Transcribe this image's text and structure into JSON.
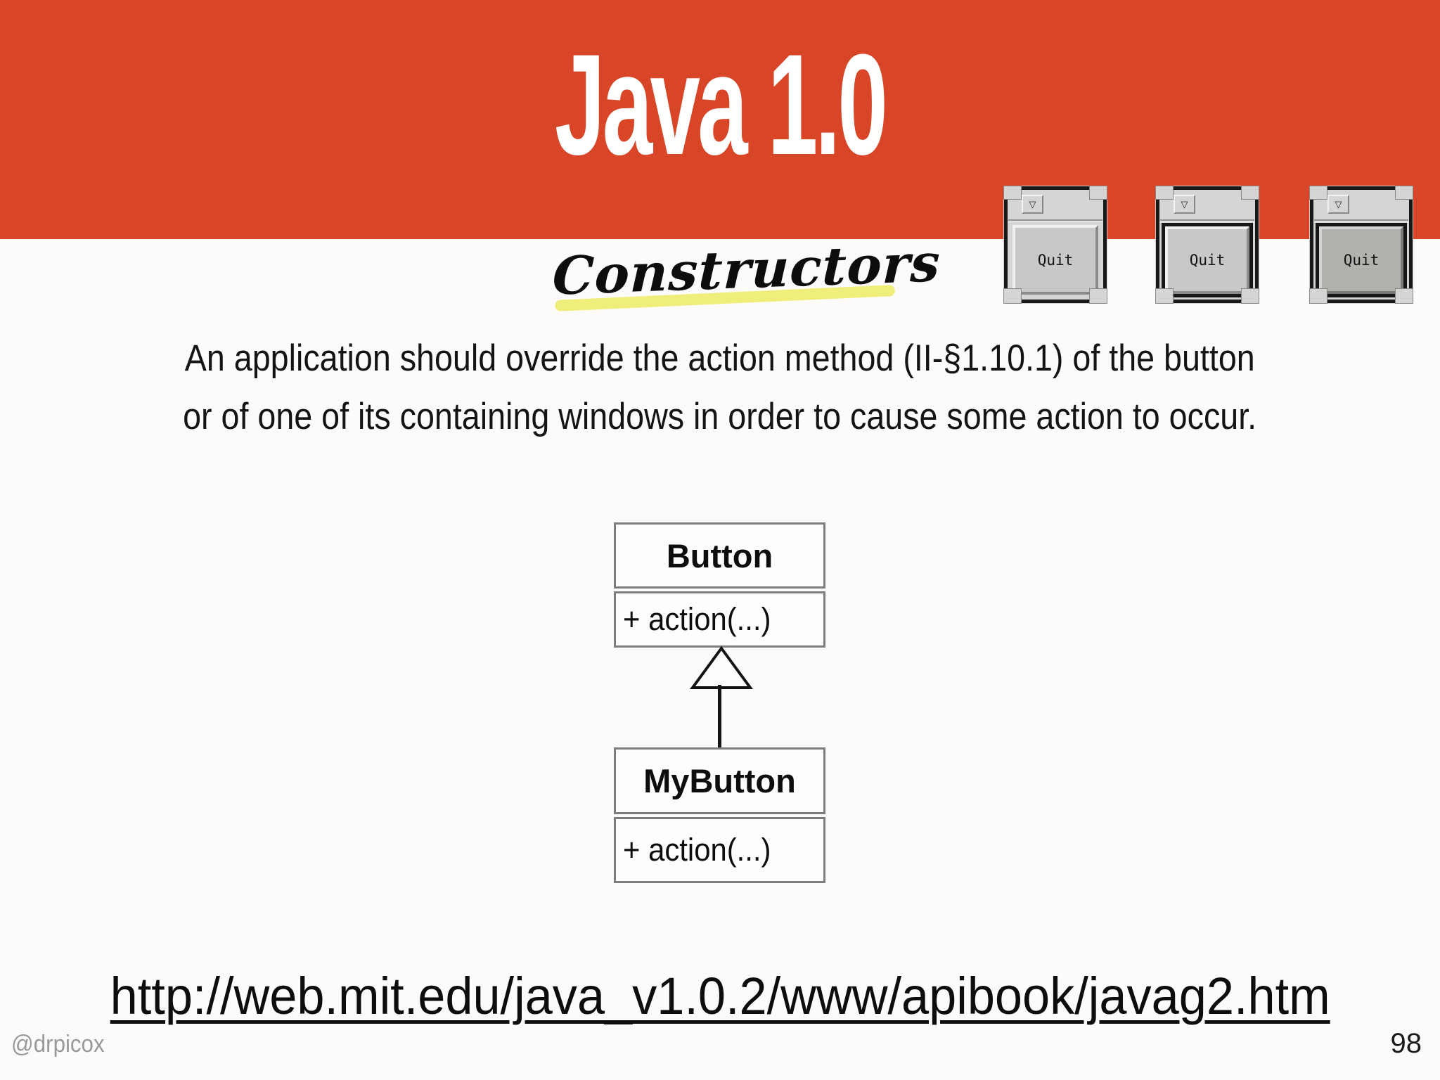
{
  "slide": {
    "title": "Java 1.0",
    "subtitle": "Constructors",
    "body_lines": [
      "An application should override the action method (II-§1.10.1) of the button",
      "or of one of its containing windows in order to cause some action to occur."
    ],
    "link_url": "http://web.mit.edu/java_v1.0.2/www/apibook/javag2.htm",
    "footer": {
      "handle": "@drpicox",
      "page_number": "98"
    }
  },
  "uml_diagram": {
    "type": "class-diagram",
    "relation": "MyButton inherits Button",
    "classes": [
      {
        "name": "Button",
        "members": [
          "+ action(...)"
        ]
      },
      {
        "name": "MyButton",
        "members": [
          "+ action(...)"
        ]
      }
    ]
  },
  "quit_windows": [
    {
      "menu_icon": "▽",
      "button_label": "Quit",
      "state": "raised"
    },
    {
      "menu_icon": "▽",
      "button_label": "Quit",
      "state": "default-ring"
    },
    {
      "menu_icon": "▽",
      "button_label": "Quit",
      "state": "pressed"
    }
  ],
  "colors": {
    "header_red": "#d84527",
    "highlight_yellow": "#f0ee7b",
    "uml_border_gray": "#7f7d7b",
    "footer_gray": "#9b9998"
  }
}
